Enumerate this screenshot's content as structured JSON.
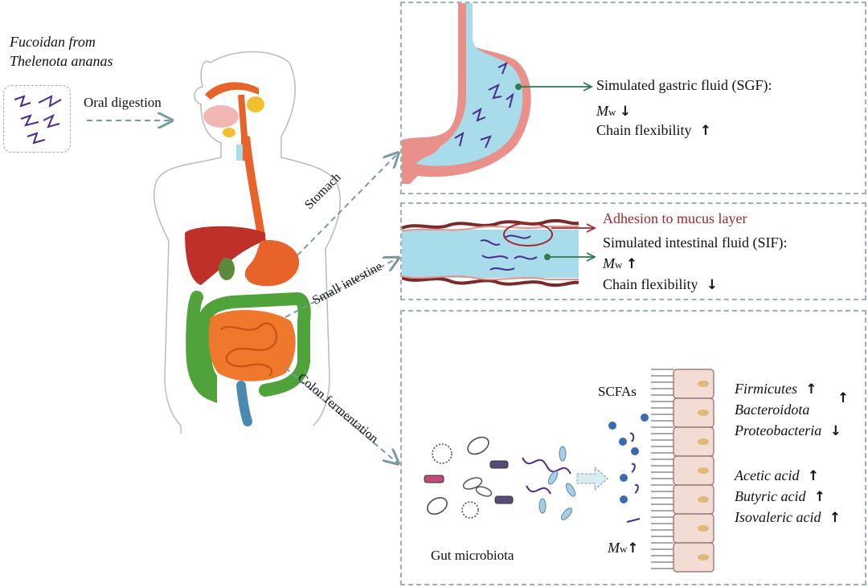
{
  "fucoidan": {
    "line1": "Fucoidan from",
    "line2": "Thelenota ananas"
  },
  "oral_digestion": "Oral digestion",
  "path_labels": {
    "stomach": "Stomach",
    "small_intestine": "Small intestine",
    "colon_fermentation": "Colon fermentation"
  },
  "sgf_panel": {
    "title": "Simulated gastric fluid (SGF):",
    "mw_symbol": "M",
    "mw_sub": "w",
    "mw_trend": "down",
    "flex_label": "Chain flexibility",
    "flex_trend": "up"
  },
  "sif_panel": {
    "adhesion": "Adhesion to mucus layer",
    "title": "Simulated intestinal fluid (SIF):",
    "mw_symbol": "M",
    "mw_sub": "w",
    "mw_trend": "up",
    "flex_label": "Chain flexibility",
    "flex_trend": "down"
  },
  "colon_panel": {
    "scfas": "SCFAs",
    "gut_microbiota": "Gut microbiota",
    "mw_symbol": "M",
    "mw_sub": "w",
    "mw_trend": "up",
    "bacteria": [
      {
        "name": "Firmicutes",
        "trend": "up"
      },
      {
        "name": "Bacteroidota",
        "trend": "up"
      },
      {
        "name": "Proteobacteria",
        "trend": "down"
      }
    ],
    "acids": [
      {
        "name": "Acetic acid",
        "trend": "up"
      },
      {
        "name": "Butyric acid",
        "trend": "up"
      },
      {
        "name": "Isovaleric acid",
        "trend": "up"
      }
    ]
  },
  "colors": {
    "dash_border": "#9bb0b8",
    "fluid_blue": "#a8dcea",
    "stomach_wall": "#e9908a",
    "adhesion_red": "#a0282a",
    "esophagus": "#e8632a",
    "liver": "#c0302a",
    "colon_green": "#4fa33a",
    "intestine_orange": "#f0782c"
  }
}
